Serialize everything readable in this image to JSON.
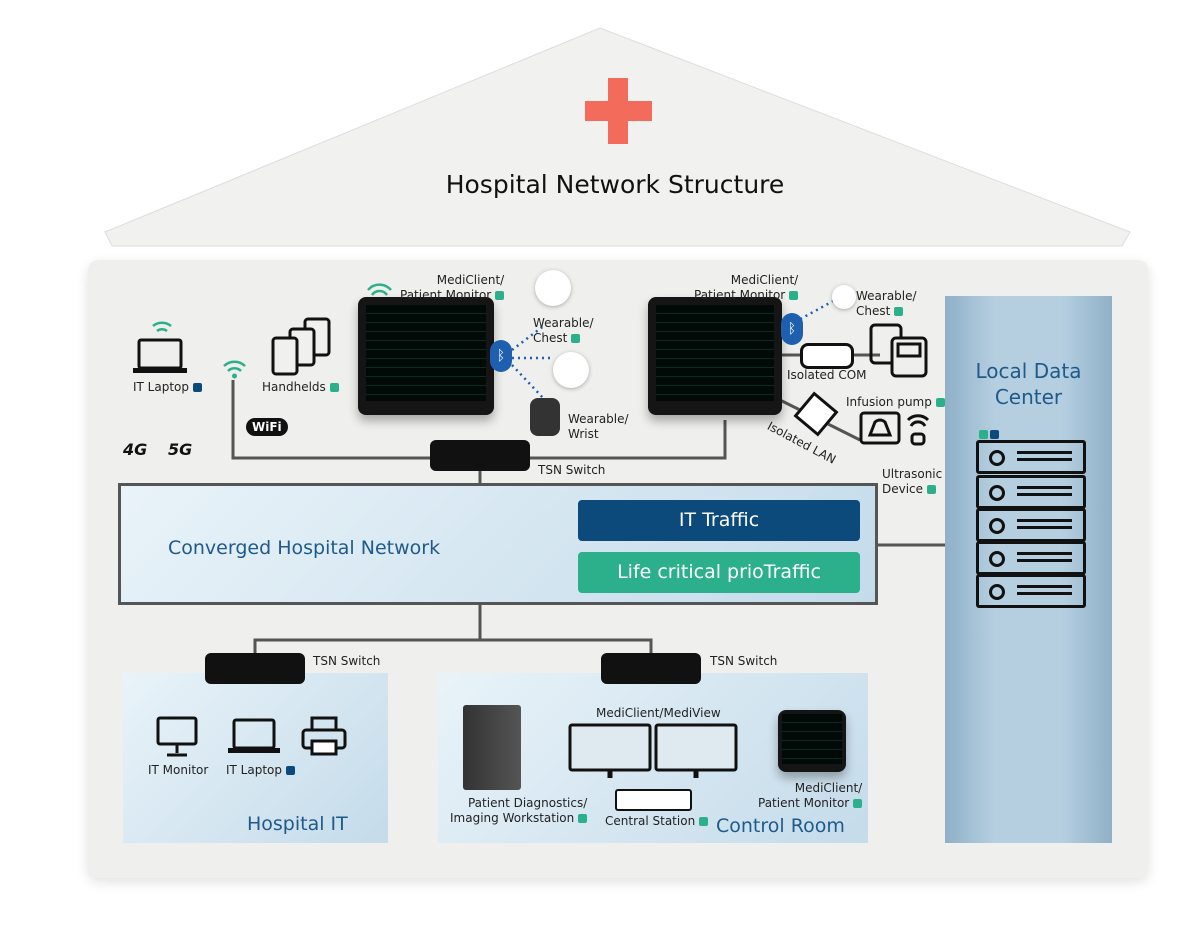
{
  "title": "Hospital Network Structure",
  "colors": {
    "teal": "#2bb08b",
    "blue": "#0d4a7c",
    "cross": "#f26b5b"
  },
  "top": {
    "it_laptop": "IT Laptop",
    "handhelds": "Handhelds",
    "wifi_logo": "WiFi",
    "cell_4g": "4G",
    "cell_5g": "5G",
    "monitor1": "MediClient/\nPatient Monitor",
    "wearable_chest1": "Wearable/\nChest",
    "wearable_wrist": "Wearable/\nWrist",
    "tsn_switch": "TSN Switch",
    "monitor2": "MediClient/\nPatient Monitor",
    "wearable_chest2": "Wearable/\nChest",
    "isolated_com": "Isolated COM",
    "infusion_pump": "Infusion pump",
    "isolated_lan": "Isolated LAN",
    "ultrasonic": "Ultrasonic\nDevice"
  },
  "network": {
    "label": "Converged Hospital Network",
    "it_traffic": "IT Traffic",
    "prio_traffic": "Life critical prioTraffic"
  },
  "data_center": {
    "label": "Local Data\nCenter"
  },
  "hospital_it": {
    "label": "Hospital IT",
    "tsn_switch": "TSN Switch",
    "it_monitor": "IT Monitor",
    "it_laptop": "IT Laptop"
  },
  "control_room": {
    "label": "Control Room",
    "tsn_switch": "TSN Switch",
    "mediview": "MediClient/MediView",
    "workstation": "Patient Diagnostics/\nImaging Workstation",
    "central_station": "Central Station",
    "monitor": "MediClient/\nPatient Monitor"
  }
}
